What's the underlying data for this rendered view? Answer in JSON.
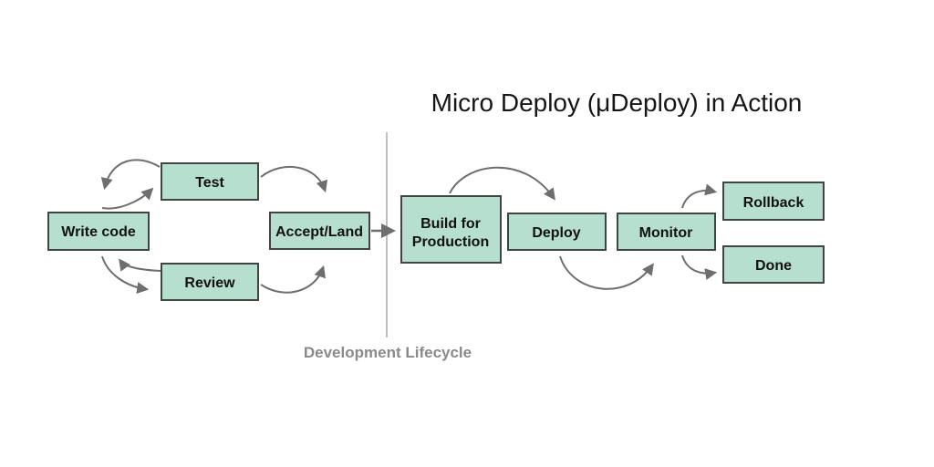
{
  "title": "Micro Deploy (μDeploy) in Action",
  "divider": {
    "label": "Development Lifecycle"
  },
  "colors": {
    "background": "#ffffff",
    "box_fill": "#b7dfd0",
    "box_border": "#3f4543",
    "node_text": "#111111",
    "arrow": "#6e6e6e",
    "divider_line": "#a9a9a9",
    "divider_label": "#8a8a8a",
    "title_text": "#161616"
  },
  "nodes": [
    {
      "id": "write-code",
      "label": "Write code"
    },
    {
      "id": "test",
      "label": "Test"
    },
    {
      "id": "review",
      "label": "Review"
    },
    {
      "id": "accept-land",
      "label": "Accept/Land"
    },
    {
      "id": "build-for-production",
      "label": "Build for Production",
      "lines": [
        "Build for",
        "Production"
      ]
    },
    {
      "id": "deploy",
      "label": "Deploy"
    },
    {
      "id": "monitor",
      "label": "Monitor"
    },
    {
      "id": "rollback",
      "label": "Rollback"
    },
    {
      "id": "done",
      "label": "Done"
    }
  ],
  "edges": [
    {
      "from": "test",
      "to": "write-code",
      "style": "curved"
    },
    {
      "from": "write-code",
      "to": "test",
      "style": "curved"
    },
    {
      "from": "review",
      "to": "write-code",
      "style": "curved"
    },
    {
      "from": "write-code",
      "to": "review",
      "style": "curved"
    },
    {
      "from": "test",
      "to": "accept-land",
      "style": "curved"
    },
    {
      "from": "review",
      "to": "accept-land",
      "style": "curved"
    },
    {
      "from": "accept-land",
      "to": "build-for-production",
      "style": "straight"
    },
    {
      "from": "build-for-production",
      "to": "deploy",
      "style": "curved"
    },
    {
      "from": "deploy",
      "to": "monitor",
      "style": "curved"
    },
    {
      "from": "monitor",
      "to": "rollback",
      "style": "curved"
    },
    {
      "from": "monitor",
      "to": "done",
      "style": "curved"
    }
  ]
}
